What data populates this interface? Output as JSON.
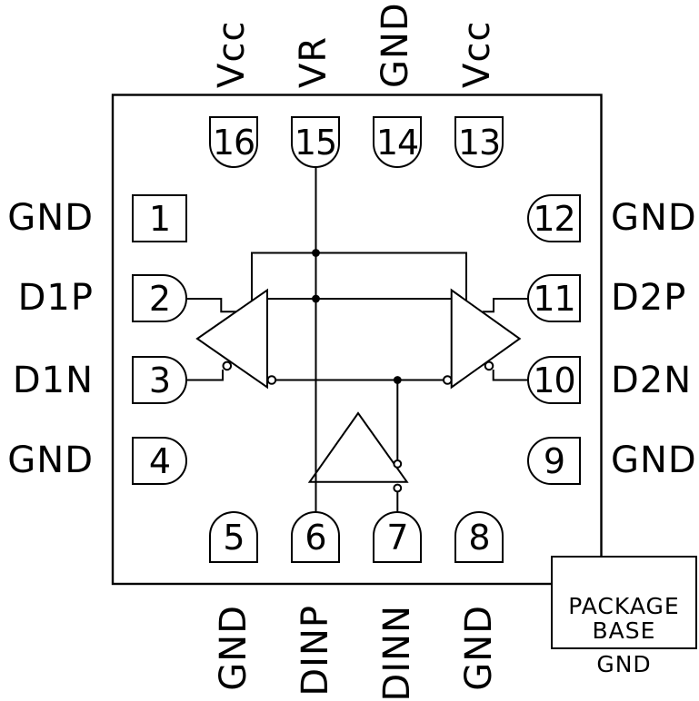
{
  "pins": {
    "top": [
      {
        "number": "16",
        "label": "Vcc"
      },
      {
        "number": "15",
        "label": "VR"
      },
      {
        "number": "14",
        "label": "GND"
      },
      {
        "number": "13",
        "label": "Vcc"
      }
    ],
    "left": [
      {
        "number": "1",
        "label": "GND"
      },
      {
        "number": "2",
        "label": "D1P"
      },
      {
        "number": "3",
        "label": "D1N"
      },
      {
        "number": "4",
        "label": "GND"
      }
    ],
    "right": [
      {
        "number": "12",
        "label": "GND"
      },
      {
        "number": "11",
        "label": "D2P"
      },
      {
        "number": "10",
        "label": "D2N"
      },
      {
        "number": "9",
        "label": "GND"
      }
    ],
    "bottom": [
      {
        "number": "5",
        "label": "GND"
      },
      {
        "number": "6",
        "label": "DINP"
      },
      {
        "number": "7",
        "label": "DINN"
      },
      {
        "number": "8",
        "label": "GND"
      }
    ]
  },
  "package_base": {
    "line1": "PACKAGE",
    "line2": "BASE",
    "ground": "GND"
  },
  "colors": {
    "line": "#000000",
    "background": "#ffffff"
  }
}
